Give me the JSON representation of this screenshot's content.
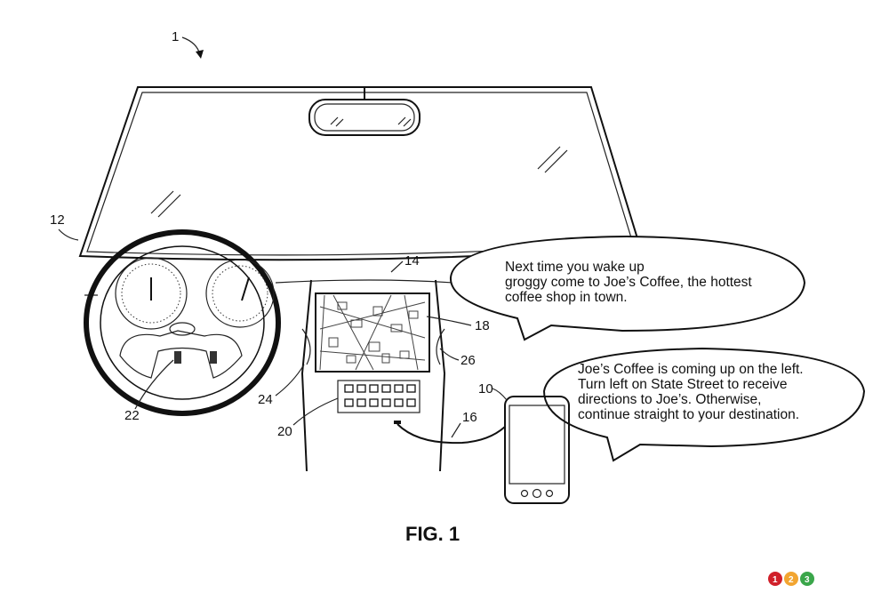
{
  "figure": {
    "caption": "FIG. 1",
    "reference_numerals": {
      "system": "1",
      "vehicle": "12",
      "dashboard": "14",
      "display": "18",
      "speaker": "26",
      "center_console": "24",
      "steering_controls": "22",
      "input_panel": "20",
      "mobile_device": "10",
      "connection": "16"
    },
    "bubbles": {
      "advertisement": {
        "lines": [
          "Next time you wake up",
          "groggy come to Joe’s Coffee, the hottest",
          "coffee shop in town."
        ]
      },
      "navigation": {
        "lines": [
          "Joe’s Coffee is coming up on the left.",
          "Turn left on State Street to receive",
          "directions to Joe’s. Otherwise,",
          "continue straight to your destination."
        ]
      }
    }
  },
  "watermark": {
    "badges": [
      "1",
      "2",
      "3"
    ],
    "colors": [
      "#d0202a",
      "#f2a531",
      "#3aa64a"
    ]
  }
}
